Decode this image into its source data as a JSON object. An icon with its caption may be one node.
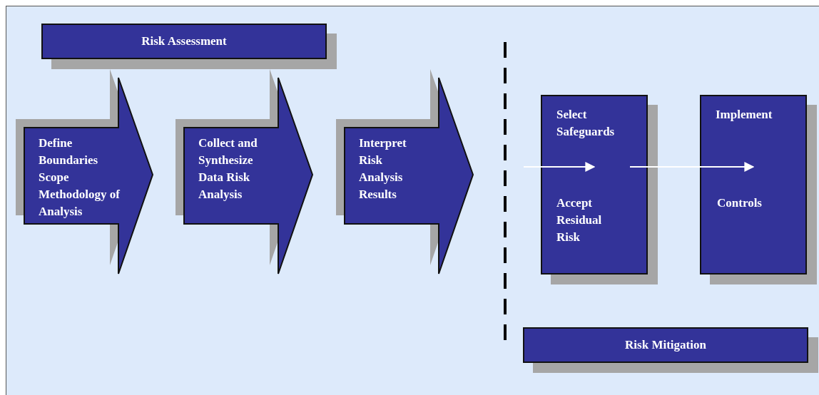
{
  "diagram": {
    "nodes": [
      {
        "text": [
          "Risk Assessment"
        ]
      },
      {
        "text": [
          "Define Boundaries Scope Methodology of Analysis"
        ]
      },
      {
        "text": [
          "Collect and Synthesize Data Risk Analysis"
        ]
      },
      {
        "text": [
          "Interpret Risk Analysis Results"
        ]
      },
      {
        "text": [
          "Select Safeguards",
          "Accept Residual Risk"
        ]
      },
      {
        "text": [
          "Implement",
          "Controls"
        ]
      },
      {
        "text": [
          "Risk Mitigation"
        ]
      }
    ],
    "edges": [
      {
        "from": null,
        "to": 4,
        "arrow": "to"
      },
      {
        "from": 4,
        "to": 5,
        "arrow": "to"
      }
    ]
  }
}
